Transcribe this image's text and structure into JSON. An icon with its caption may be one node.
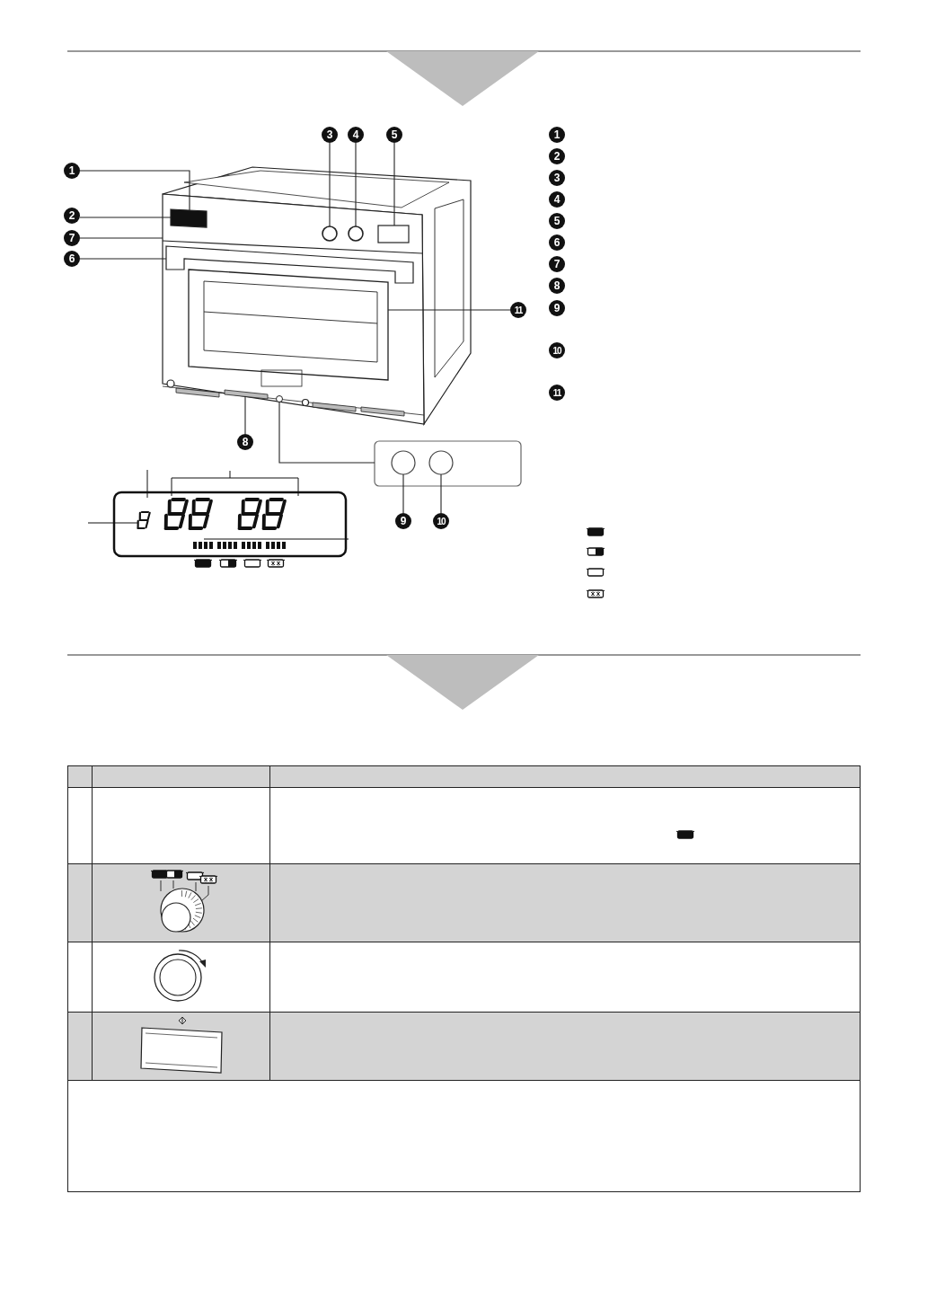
{
  "diagram": {
    "nodes": [
      {
        "text": [
          "3"
        ]
      },
      {
        "text": [
          "4"
        ]
      },
      {
        "text": [
          "5"
        ]
      },
      {
        "text": [
          "1"
        ]
      },
      {
        "text": [
          "2"
        ]
      },
      {
        "text": [
          "7"
        ]
      },
      {
        "text": [
          "6"
        ]
      },
      {
        "text": [
          "11"
        ]
      },
      {
        "text": [
          "8"
        ]
      },
      {
        "text": [
          "9"
        ]
      },
      {
        "text": [
          "10"
        ]
      },
      {
        "text": [],
        "shape": "box"
      },
      {
        "text": [],
        "shape": "circle"
      },
      {
        "text": [],
        "shape": "circle"
      },
      {
        "text": [],
        "shape": "box"
      },
      {
        "text": [],
        "shape": "bar"
      },
      {
        "text": [],
        "shape": "box"
      },
      {
        "text": [],
        "shape": "bar"
      },
      {
        "text": [],
        "shape": "box"
      },
      {
        "text": [],
        "shape": "circle",
        "in": 18
      },
      {
        "text": [],
        "shape": "circle",
        "in": 18
      },
      {
        "text": [],
        "shape": "picture"
      },
      {
        "text": [],
        "shape": "circle"
      },
      {
        "text": [
          "1"
        ]
      },
      {
        "text": [
          "2"
        ]
      },
      {
        "text": [
          "3"
        ]
      },
      {
        "text": [
          "4"
        ]
      },
      {
        "text": [
          "5"
        ]
      },
      {
        "text": [
          "6"
        ]
      },
      {
        "text": [
          "7"
        ]
      },
      {
        "text": [
          "8"
        ]
      },
      {
        "text": [
          "9"
        ]
      },
      {
        "text": [
          "10"
        ]
      },
      {
        "text": [
          "11"
        ]
      }
    ],
    "edges": [
      {
        "from": 0,
        "to": 12,
        "arrow": "none"
      },
      {
        "from": 1,
        "to": 13,
        "arrow": "none"
      },
      {
        "from": 2,
        "to": 14,
        "arrow": "none"
      },
      {
        "from": 3,
        "to": 11,
        "arrow": "none"
      },
      {
        "from": 4,
        "to": 11,
        "arrow": "none"
      },
      {
        "from": 5,
        "to": 21,
        "arrow": "none"
      },
      {
        "from": 6,
        "to": 15,
        "arrow": "none"
      },
      {
        "from": 7,
        "to": 16,
        "arrow": "none"
      },
      {
        "from": 8,
        "to": 17,
        "arrow": "none"
      },
      {
        "from": 9,
        "to": 19,
        "arrow": "none"
      },
      {
        "from": 10,
        "to": 20,
        "arrow": "none"
      },
      {
        "from": 18,
        "to": 22,
        "arrow": "none"
      }
    ]
  }
}
